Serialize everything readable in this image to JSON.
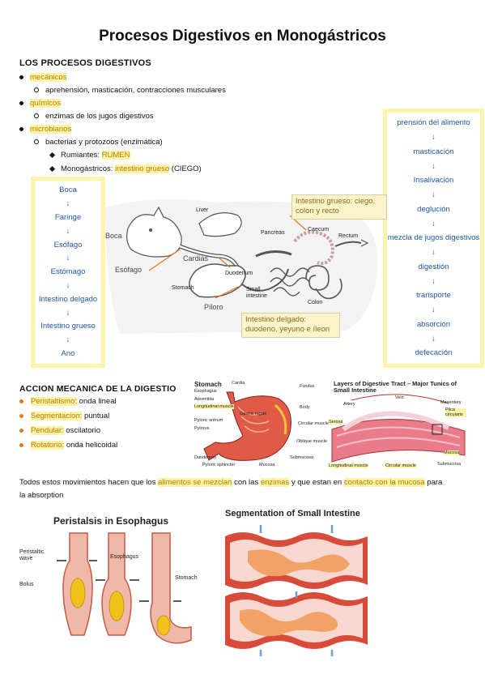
{
  "title": "Procesos Digestivos en Monogástricos",
  "procesos": {
    "heading": "LOS PROCESOS DIGESTIVOS",
    "mecanicos": "mecánicos",
    "mecanicos_detail": "aprehensión, masticación, contracciones musculares",
    "quimicos": "químicos",
    "quimicos_detail": "enzimas de los jugos digestivos",
    "microbianos": "microbianos",
    "microbianos_detail": "bacterias y protozoos (enzimática)",
    "rumiantes_label": "Rumiantes: ",
    "rumiantes_value": "RUMEN",
    "monogastricos_label": "Monogástricos: ",
    "monogastricos_value": "intestino grueso",
    "monogastricos_suffix": " (CIEGO)"
  },
  "tract_flow": [
    "Boca",
    "Faringe",
    "Esófago",
    "Estómago",
    "Intestino delgado",
    "Intestino grueso",
    "Ano"
  ],
  "process_flow": [
    "prensión del alimento",
    "masticación",
    "Insalivación",
    "deglución",
    "mezcla de jugos digestivos",
    "digestión",
    "transporte",
    "absorción",
    "defecación"
  ],
  "arrow_glyph": "↓",
  "diagram": {
    "boca": "Boca",
    "esofago": "Esófago",
    "cardias": "Cardias",
    "piloro": "Píloro",
    "liver": "Liver",
    "stomach": "Stomach",
    "duodenum": "Duodenum",
    "small_intestine": "Small intestine",
    "pancreas": "Pancreas",
    "caecum": "Caecum",
    "rectum": "Rectum",
    "colon": "Colon",
    "callout_grueso": "Intestino grueso: ciego, colon y recto",
    "callout_delgado": "Intestino delgado: duodeno, yeyuno e íleon"
  },
  "mecanica": {
    "heading": "ACCION MECANICA DE LA DIGESTIO",
    "items": [
      {
        "term": "Peristaltismo:",
        "desc": " onda lineal"
      },
      {
        "term": "Segmentacion:",
        "desc": " puntual"
      },
      {
        "term": "Pendular:",
        "desc": " oscilatorio"
      },
      {
        "term": "Rotatorio:",
        "desc": " onda helicoidal"
      }
    ]
  },
  "stomach_fig": {
    "title": "Stomach",
    "labels": [
      "Cardia",
      "Esophagus",
      "Adventitia",
      "Longitudinal muscle",
      "Pyloric antrum",
      "Pylorus",
      "Duodenum",
      "Pyloric sphincter",
      "Mucosa",
      "Fundus",
      "Body",
      "Circular muscle",
      "Oblique muscle",
      "Submucosa",
      "Gastric rugae"
    ]
  },
  "layers_fig": {
    "title": "Layers of Digestive Tract – Major Tunics of Small Intestine",
    "labels": [
      "Vein",
      "Artery",
      "Mesentery",
      "Plica circularis",
      "Serosa",
      "Mucosa",
      "Submucosa",
      "Longitudinal muscle",
      "Circular muscle"
    ]
  },
  "summary": {
    "p1": "Todos estos movimientos hacen que los ",
    "h1": "alimentos se mezclan",
    "p2": " con las ",
    "h2": "enzimas",
    "p3": " y que estan en ",
    "h3": "contacto con la mucosa",
    "p4": " para",
    "line2": "la absorption"
  },
  "peristalsis_fig": {
    "title": "Peristalsis in Esophagus",
    "wave": "Peristaltic wave",
    "esophagus": "Esophagus",
    "bolus": "Bolus",
    "stomach": "Stomach"
  },
  "segmentation_fig": {
    "title": "Segmentation of Small Intestine"
  },
  "colors": {
    "highlight": "#fbf3a6",
    "flow_text": "#1f56a8",
    "accent_orange": "#e07818",
    "tissue_red": "#d84a3a",
    "bolus_yellow": "#f2c21a",
    "chyme_orange": "#f2a266"
  }
}
